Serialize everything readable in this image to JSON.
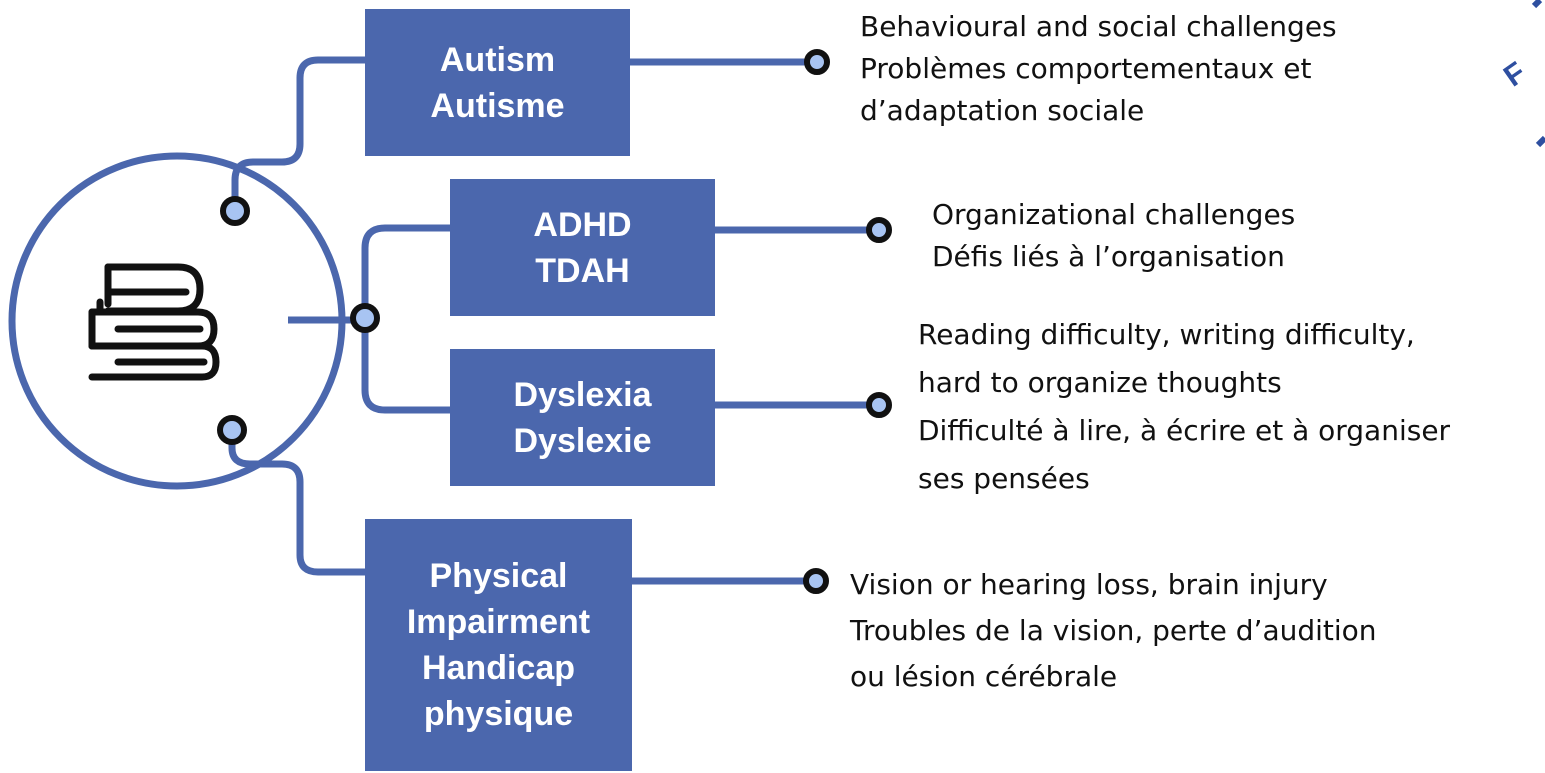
{
  "categories": [
    {
      "id": "autism",
      "title_en": "Autism",
      "title_fr": "Autisme",
      "desc": [
        "Behavioural and social challenges",
        "Problèmes comportementaux et",
        "d’adaptation sociale"
      ]
    },
    {
      "id": "adhd",
      "title_en": "ADHD",
      "title_fr": "TDAH",
      "desc": [
        "Organizational challenges",
        "Défis liés à l’organisation"
      ]
    },
    {
      "id": "dyslexia",
      "title_en": "Dyslexia",
      "title_fr": "Dyslexie",
      "desc": [
        "Reading difficulty, writing difficulty,",
        "hard to organize thoughts",
        "Difficulté à lire, à écrire et à organiser",
        "ses pensées"
      ]
    },
    {
      "id": "physical",
      "title_lines": [
        "Physical",
        "Impairment",
        "Handicap",
        "physique"
      ],
      "desc": [
        "Vision or hearing loss, brain injury",
        "Troubles de la vision, perte d’audition",
        "ou lésion cérébrale"
      ]
    }
  ],
  "center_icon": "books-stack-icon",
  "corner_letter": "F",
  "colors": {
    "box": "#4b67ad",
    "line": "#4b67ad",
    "node_fill": "#a8c4f2",
    "node_stroke": "#111111",
    "text": "#111111"
  }
}
